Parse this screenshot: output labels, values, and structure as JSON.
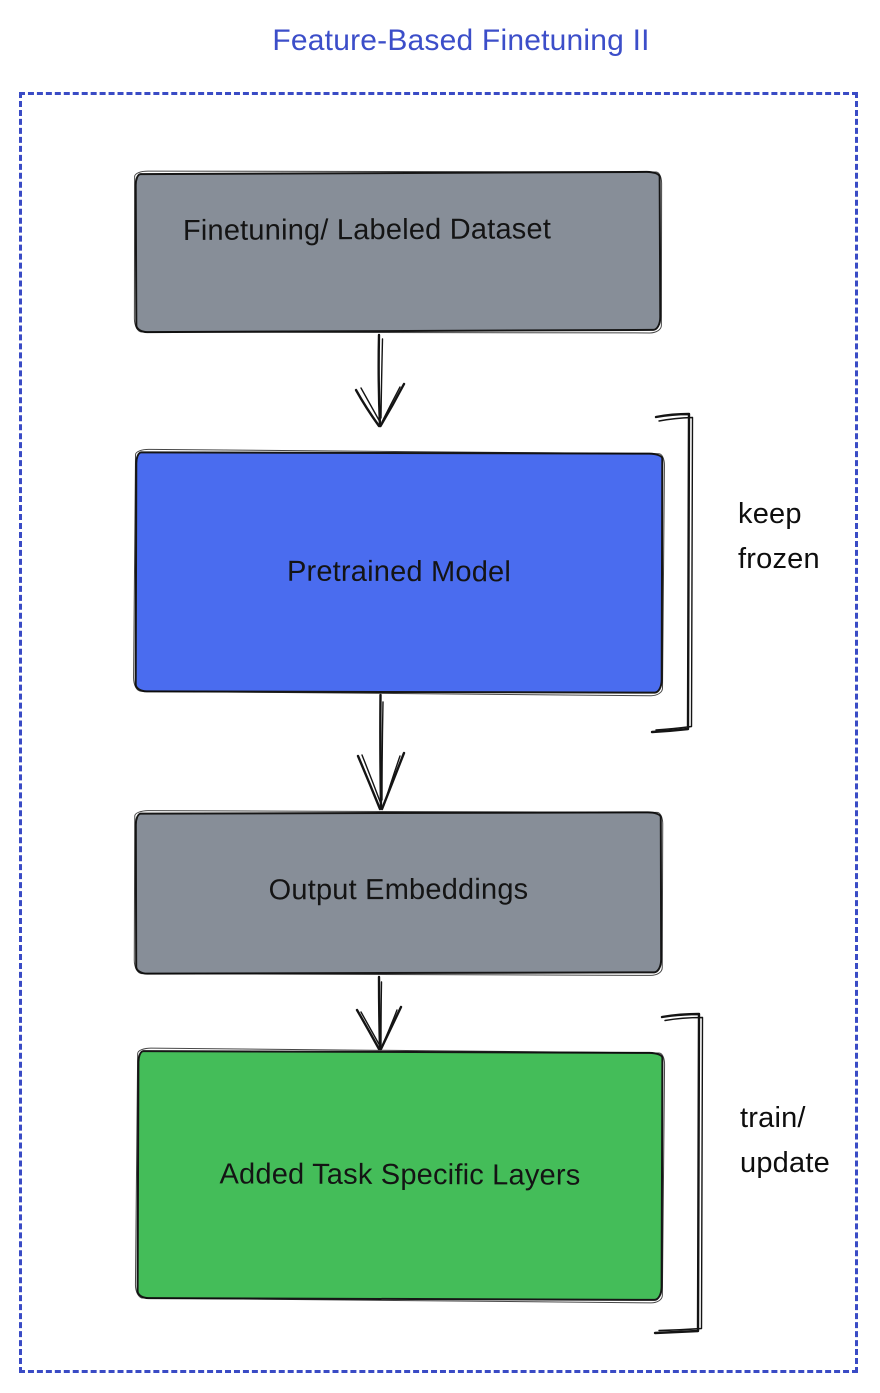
{
  "title": {
    "text": "Feature-Based Finetuning II",
    "color": "#3C4EC9"
  },
  "frame": {
    "border_color": "#3A4BC5",
    "style": "dashed"
  },
  "boxes": [
    {
      "id": "finetuning-dataset",
      "label": "Finetuning/ Labeled Dataset",
      "fill": "#878E98",
      "text_color": "#141414"
    },
    {
      "id": "pretrained-model",
      "label": "Pretrained Model",
      "fill": "#4A6CEF",
      "text_color": "#141414"
    },
    {
      "id": "output-embeddings",
      "label": "Output Embeddings",
      "fill": "#878E98",
      "text_color": "#141414"
    },
    {
      "id": "task-specific-layers",
      "label": "Added Task Specific Layers",
      "fill": "#44BD59",
      "text_color": "#141414"
    }
  ],
  "annotations": [
    {
      "id": "keep-frozen",
      "target": "pretrained-model",
      "lines": [
        "keep",
        "frozen"
      ]
    },
    {
      "id": "train-update",
      "target": "task-specific-layers",
      "lines": [
        "train/",
        "update"
      ]
    }
  ],
  "connectors": [
    {
      "id": "arrow-dataset-to-model",
      "from": "finetuning-dataset",
      "to": "pretrained-model"
    },
    {
      "id": "arrow-model-to-embeddings",
      "from": "pretrained-model",
      "to": "output-embeddings"
    },
    {
      "id": "arrow-embeddings-to-layers",
      "from": "output-embeddings",
      "to": "task-specific-layers"
    }
  ],
  "stroke_color": "#141414"
}
